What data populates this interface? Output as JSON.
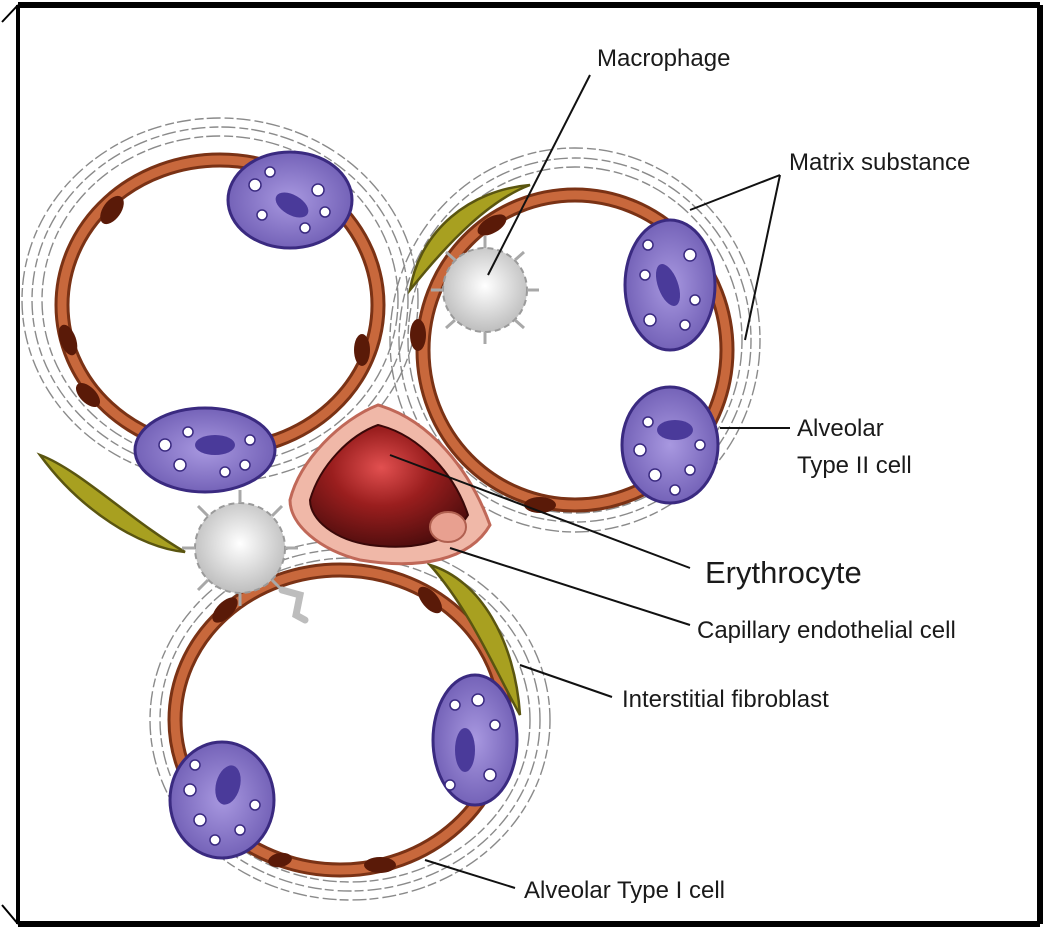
{
  "labels": {
    "macrophage": "Macrophage",
    "matrix_substance": "Matrix substance",
    "alveolar_type2_line1": "Alveolar",
    "alveolar_type2_line2": "Type II cell",
    "erythrocyte": "Erythrocyte",
    "capillary_endothelial": "Capillary endothelial cell",
    "interstitial_fibroblast": "Interstitial fibroblast",
    "alveolar_type1": "Alveolar Type I cell"
  },
  "colors": {
    "alveolar_wall": "#c8683c",
    "alveolar_wall_edge": "#7a3215",
    "type2_cell": "#8a78c8",
    "type2_nucleus": "#4a3a9a",
    "fibroblast": "#a8a020",
    "macrophage": "#dcdcdc",
    "erythrocyte": "#8a1a1a",
    "endothelial": "#f0b8a8",
    "matrix": "#8a8a8a"
  }
}
